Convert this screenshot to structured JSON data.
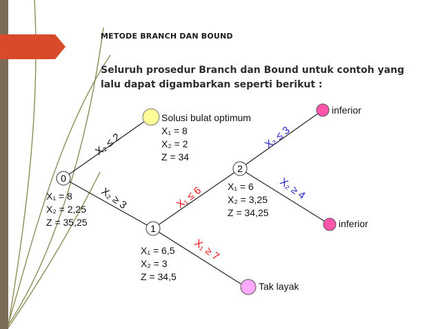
{
  "header": "METODE BRANCH DAN BOUND",
  "intro": [
    "Seluruh prosedur Branch dan Bound untuk contoh yang",
    "lalu dapat digambarkan seperti berikut :"
  ],
  "colors": {
    "root": "#ffffff",
    "optimum": "#ffff99",
    "inferior": "#ff55aa",
    "tak_layak": "#ffaaff",
    "constraint_x2": "#2222cc",
    "constraint_x1": "#ee1111",
    "constraint_black": "#111111"
  },
  "nodes": {
    "root": {
      "label": "0",
      "x1": "X₁ = 8",
      "x2": "X₂ = 2,25",
      "z": "Z = 35,25"
    },
    "n1": {
      "label": "1",
      "x1": "X₁ = 6,5",
      "x2": "X₂ = 3",
      "z": "Z = 34,5"
    },
    "n2": {
      "label": "2",
      "x1": "X₁ = 6",
      "x2": "X₂ = 3,25",
      "z": "Z = 34,25"
    },
    "optimum": {
      "title": "Solusi bulat optimum",
      "x1": "X₁ = 8",
      "x2": "X₂ = 2",
      "z": "Z = 34"
    },
    "inferior_top": {
      "label": "inferior"
    },
    "inferior_bottom": {
      "label": "inferior"
    },
    "tak_layak": {
      "label": "Tak layak"
    }
  },
  "edges": {
    "root_opt": "X₂ ≤ 2",
    "root_n1": "X₂ ≥ 3",
    "n1_n2": "X₁ ≤ 6",
    "n1_tak": "X₁ ≥ 7",
    "n2_inf_top": "X₂ ≤ 3",
    "n2_inf_bottom": "X₂ ≥ 4"
  }
}
